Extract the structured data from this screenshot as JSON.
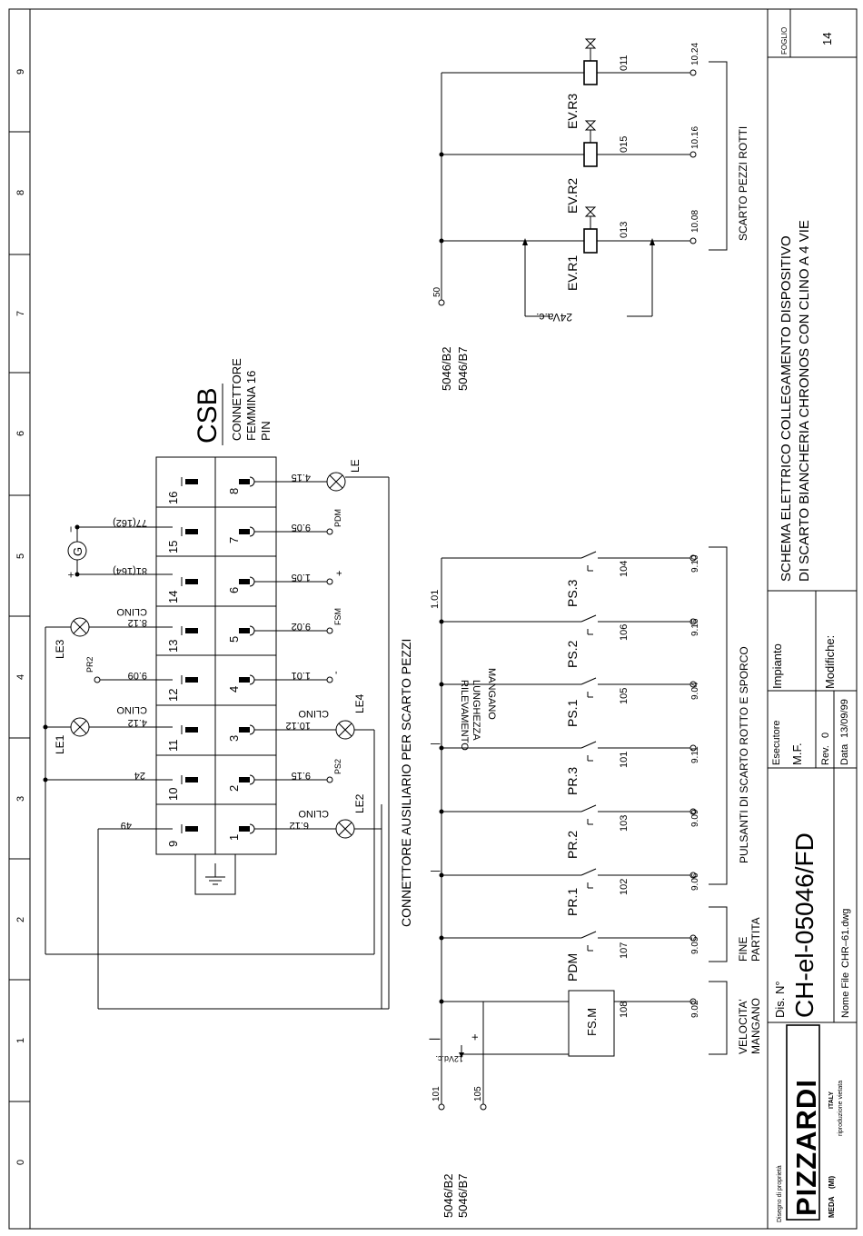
{
  "drawing": {
    "ruler": [
      "0",
      "1",
      "2",
      "3",
      "4",
      "5",
      "6",
      "7",
      "8",
      "9"
    ],
    "csb": {
      "name": "CSB",
      "desc1": "CONNETTORE",
      "desc2": "FEMMINA 16",
      "desc3": "PIN",
      "top_pins": [
        "9",
        "10",
        "11",
        "12",
        "13",
        "14",
        "15",
        "16"
      ],
      "bottom_pins": [
        "1",
        "2",
        "3",
        "4",
        "5",
        "6",
        "7",
        "8"
      ],
      "top_refs": [
        "49",
        "24",
        "4.12",
        "9.09",
        "8.12",
        "81(164)",
        "77(162)"
      ],
      "bottom_refs": [
        "6.12",
        "9.15",
        "10.12",
        "1.01",
        "9.02",
        "1.05",
        "9.05",
        "4.15"
      ],
      "clino": "CLINO",
      "lamps": [
        "LE3",
        "LE1",
        "LE2",
        "LE4",
        "LE"
      ],
      "term_labels": [
        "PR2",
        "PS2",
        "FSM",
        "PDM"
      ],
      "gen": {
        "label": "G",
        "plus": "+",
        "minus": "−"
      },
      "plus": "+",
      "minus": "-"
    },
    "aux_title": "CONNETTORE AUSILIARIO PER SCARTO PEZZI",
    "left_refs": [
      "5046/B2",
      "5046/B7"
    ],
    "right_refs": [
      "5046/B2",
      "5046/B7"
    ],
    "wire_1_01": "1.01",
    "terms_left": [
      "101",
      "105"
    ],
    "supply": "12Vd.c.",
    "supply_plus": "+",
    "supply_minus": "|",
    "fsm_box": "FS.M",
    "devices": [
      "PDM",
      "PR.1",
      "PR.2",
      "PR.3",
      "PS.1",
      "PS.2",
      "PS.3"
    ],
    "wire_nums": [
      "108",
      "107",
      "102",
      "103",
      "101",
      "105",
      "106",
      "104"
    ],
    "out_terms": [
      "9.02",
      "9.05",
      "9.06",
      "9.09",
      "9.11",
      "9.04",
      "9.15",
      "9.10"
    ],
    "rilevamento1": "RILEVAMENTO",
    "rilevamento2": "LUNGHEZZA",
    "mangano": "MANGANO",
    "group_velocita": [
      "VELOCITA'",
      "MANGANO"
    ],
    "group_fine": [
      "FINE",
      "PARTITA"
    ],
    "group_pulsanti": "PULSANTI DI SCARTO ROTTO E SPORCO",
    "term_50": "50",
    "valves": [
      "EV.R1",
      "EV.R2",
      "EV.R3"
    ],
    "valve_wires": [
      "013",
      "015",
      "011"
    ],
    "valve_terms": [
      "10.08",
      "10.16",
      "10.24"
    ],
    "vac": "24Va.c.",
    "scarto_pezzi_rotti": "SCARTO PEZZI ROTTI"
  },
  "title_block": {
    "title1": "SCHEMA ELETTRICO COLLEGAMENTO DISPOSITIVO",
    "title2": "DI SCARTO BIANCHERIA CHRONOS CON CLINO A 4 VIE",
    "foglio_label": "FOGLIO",
    "foglio": "14",
    "impianto_label": "Impianto",
    "modifiche_label": "Modifiche:",
    "esecutore_label": "Esecutore",
    "esecutore": "M.F.",
    "rev_label": "Rev.",
    "rev": "0",
    "data_label": "Data",
    "data": "13/09/99",
    "dis_label": "Dis. N°",
    "dis_n": "CH-el-05046/FD",
    "nome_file_label": "Nome File",
    "nome_file": "CHR–61.dwg",
    "logo": "PIZZARDI",
    "city": "MEDA",
    "prov": "(MI)",
    "country": "ITALY",
    "disegno": "Disegno di proprietà",
    "riproduzione": "riproduzione vietata"
  }
}
